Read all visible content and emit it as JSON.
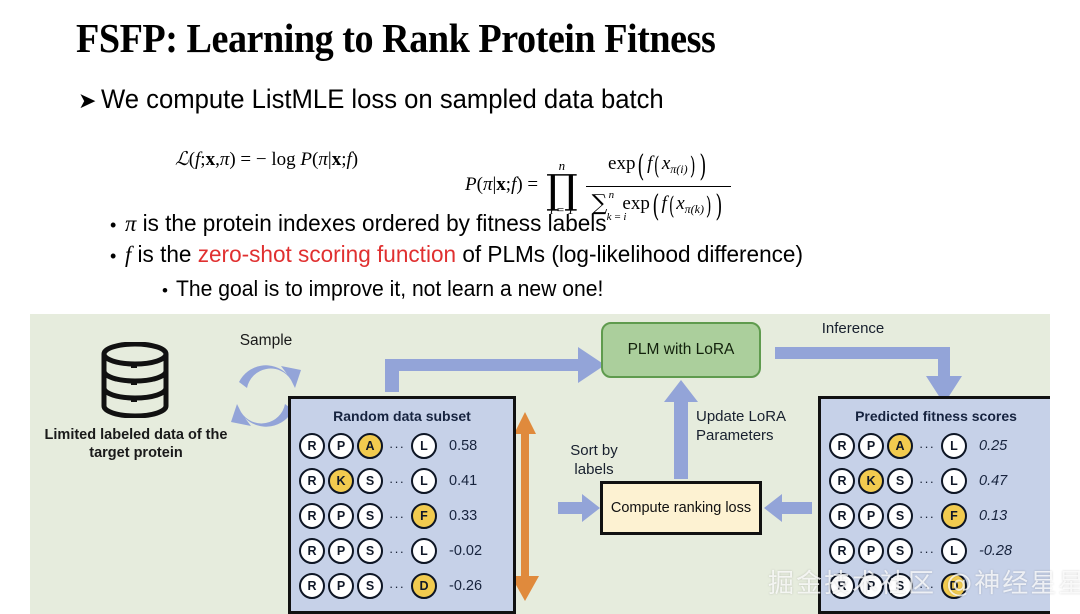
{
  "slide": {
    "title": "FSFP: Learning to Rank Protein Fitness",
    "bullet_arrow_glyph": "➤",
    "bullet_dot_glyph": "•",
    "bullets": {
      "level1": "We compute ListMLE loss on sampled data batch",
      "level2_a_pre": "is the protein indexes ordered by fitness labels",
      "level2_a_sym": "π",
      "level2_b_sym": "f",
      "level2_b_pre": "is the",
      "level2_b_red": "zero-shot scoring function",
      "level2_b_post": "of PLMs (log-likelihood difference)",
      "level3": "The goal is to improve it, not learn a new one!"
    }
  },
  "formula": {
    "left": {
      "loss_sym": "ℒ",
      "args": "(f;x,π) =",
      "minus": "−",
      "log": "log",
      "p": "P",
      "p_args": "(π|x;f)"
    },
    "right": {
      "p": "P",
      "p_args": "(π|x;f)",
      "equals": "=",
      "prod_sym": "∏",
      "prod_sup": "n",
      "prod_sub": "i = 1",
      "numerator_exp": "exp",
      "numerator_f": "f",
      "numerator_x": "x",
      "numerator_sub": "π(i)",
      "sum_sym": "∑",
      "sum_sup": "n",
      "sum_sub": "k = i",
      "denominator_exp": "exp",
      "denominator_f": "f",
      "denominator_x": "x",
      "denominator_sub": "π(k)"
    }
  },
  "diagram": {
    "db_caption": "Limited labeled data of the target protein",
    "sample_label": "Sample",
    "inference_label": "Inference",
    "sort_by_label": "Sort by labels",
    "update_label": "Update LoRA Parameters",
    "plm_box_label": "PLM with LoRA",
    "loss_box_label": "Compute ranking loss",
    "ellipsis": "···",
    "random_panel": {
      "title": "Random data subset",
      "rows": [
        {
          "residues": [
            "R",
            "P",
            "A"
          ],
          "highlight": 2,
          "tail": "L",
          "tail_highlight": false,
          "score": "0.58"
        },
        {
          "residues": [
            "R",
            "K",
            "S"
          ],
          "highlight": 1,
          "tail": "L",
          "tail_highlight": false,
          "score": "0.41"
        },
        {
          "residues": [
            "R",
            "P",
            "S"
          ],
          "highlight": -1,
          "tail": "F",
          "tail_highlight": true,
          "score": "0.33"
        },
        {
          "residues": [
            "R",
            "P",
            "S"
          ],
          "highlight": -1,
          "tail": "L",
          "tail_highlight": false,
          "score": "-0.02"
        },
        {
          "residues": [
            "R",
            "P",
            "S"
          ],
          "highlight": -1,
          "tail": "D",
          "tail_highlight": true,
          "score": "-0.26"
        }
      ]
    },
    "pred_panel": {
      "title": "Predicted fitness scores",
      "rows": [
        {
          "residues": [
            "R",
            "P",
            "A"
          ],
          "highlight": 2,
          "tail": "L",
          "tail_highlight": false,
          "score": "0.25"
        },
        {
          "residues": [
            "R",
            "K",
            "S"
          ],
          "highlight": 1,
          "tail": "L",
          "tail_highlight": false,
          "score": "0.47"
        },
        {
          "residues": [
            "R",
            "P",
            "S"
          ],
          "highlight": -1,
          "tail": "F",
          "tail_highlight": true,
          "score": "0.13"
        },
        {
          "residues": [
            "R",
            "P",
            "S"
          ],
          "highlight": -1,
          "tail": "L",
          "tail_highlight": false,
          "score": "-0.28"
        },
        {
          "residues": [
            "R",
            "P",
            "S"
          ],
          "highlight": -1,
          "tail": "D",
          "tail_highlight": true,
          "score": ""
        }
      ]
    }
  },
  "watermark": "掘金技术社区 @神经星星",
  "colors": {
    "diagram_bg": "#e6ecdd",
    "panel_fill": "#c6d1e8",
    "highlight_residue": "#f2cb4f",
    "plm_green_fill": "#abcf9c",
    "plm_green_border": "#5f9b4e",
    "loss_box_fill": "#fdf2d2",
    "arrow_blue": "#93a4d8",
    "arrow_orange": "#e08a3c",
    "accent_red": "#e03030"
  }
}
